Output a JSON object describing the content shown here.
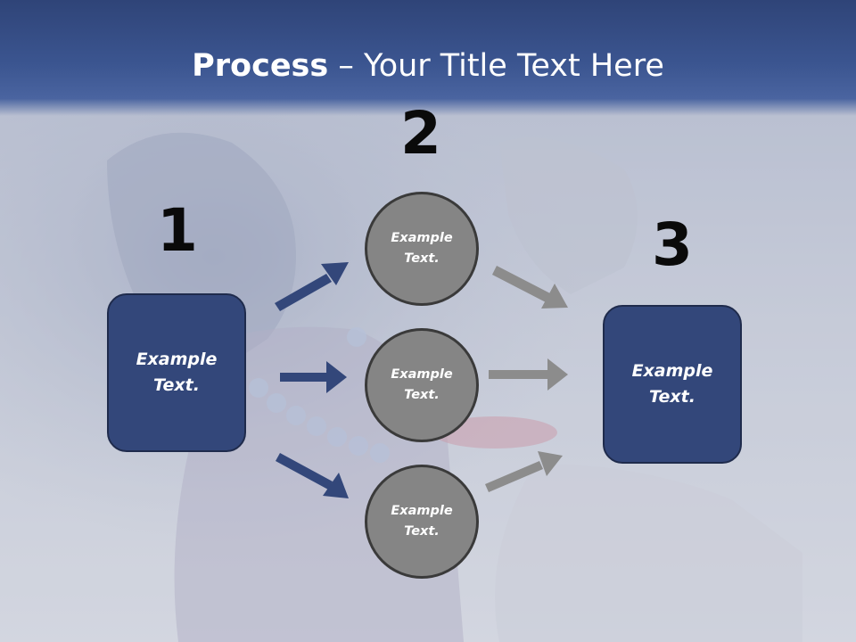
{
  "title": {
    "bold": "Process",
    "rest": " – Your Title Text Here"
  },
  "steps": {
    "one": "1",
    "two": "2",
    "three": "3"
  },
  "left_box": {
    "label": "Example\nText."
  },
  "circles": [
    {
      "label": "Example\nText."
    },
    {
      "label": "Example\nText."
    },
    {
      "label": "Example\nText."
    }
  ],
  "right_box": {
    "label": "Example\nText."
  },
  "colors": {
    "header": "#3b5590",
    "box_fill": "#33477a",
    "circle_fill": "#858585",
    "arrow_blue": "#33477a",
    "arrow_gray": "#8c8c8c"
  }
}
